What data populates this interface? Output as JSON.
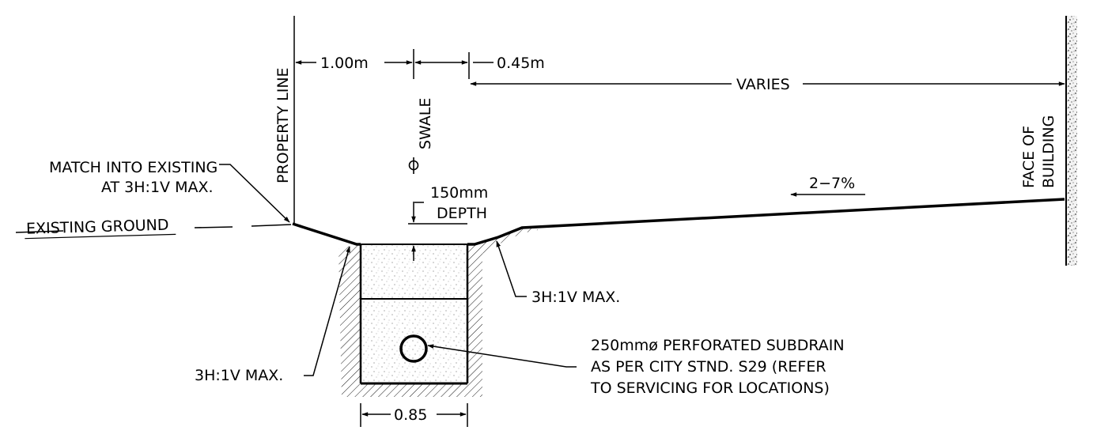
{
  "dims": {
    "left": "1.00m",
    "center": "0.45m",
    "varies": "VARIES",
    "bottom_width": "0.85"
  },
  "labels": {
    "property_line": "PROPERTY LINE",
    "swale_center": "SWALE",
    "face_line1": "FACE OF",
    "face_line2": "BUILDING",
    "match_line1": "MATCH INTO EXISTING",
    "match_line2": "AT 3H:1V MAX.",
    "existing_ground": "EXISTING GROUND",
    "depth_line1": "150mm",
    "depth_line2": "DEPTH",
    "slope": "2−7%",
    "slope_right": "3H:1V MAX.",
    "slope_left": "3H:1V MAX.",
    "subdrain_line1": "250mmø PERFORATED SUBDRAIN",
    "subdrain_line2": "AS PER CITY STND. S29 (REFER",
    "subdrain_line3": "TO SERVICING FOR LOCATIONS)"
  },
  "icons": {
    "centerline": "centerline-symbol-icon"
  }
}
